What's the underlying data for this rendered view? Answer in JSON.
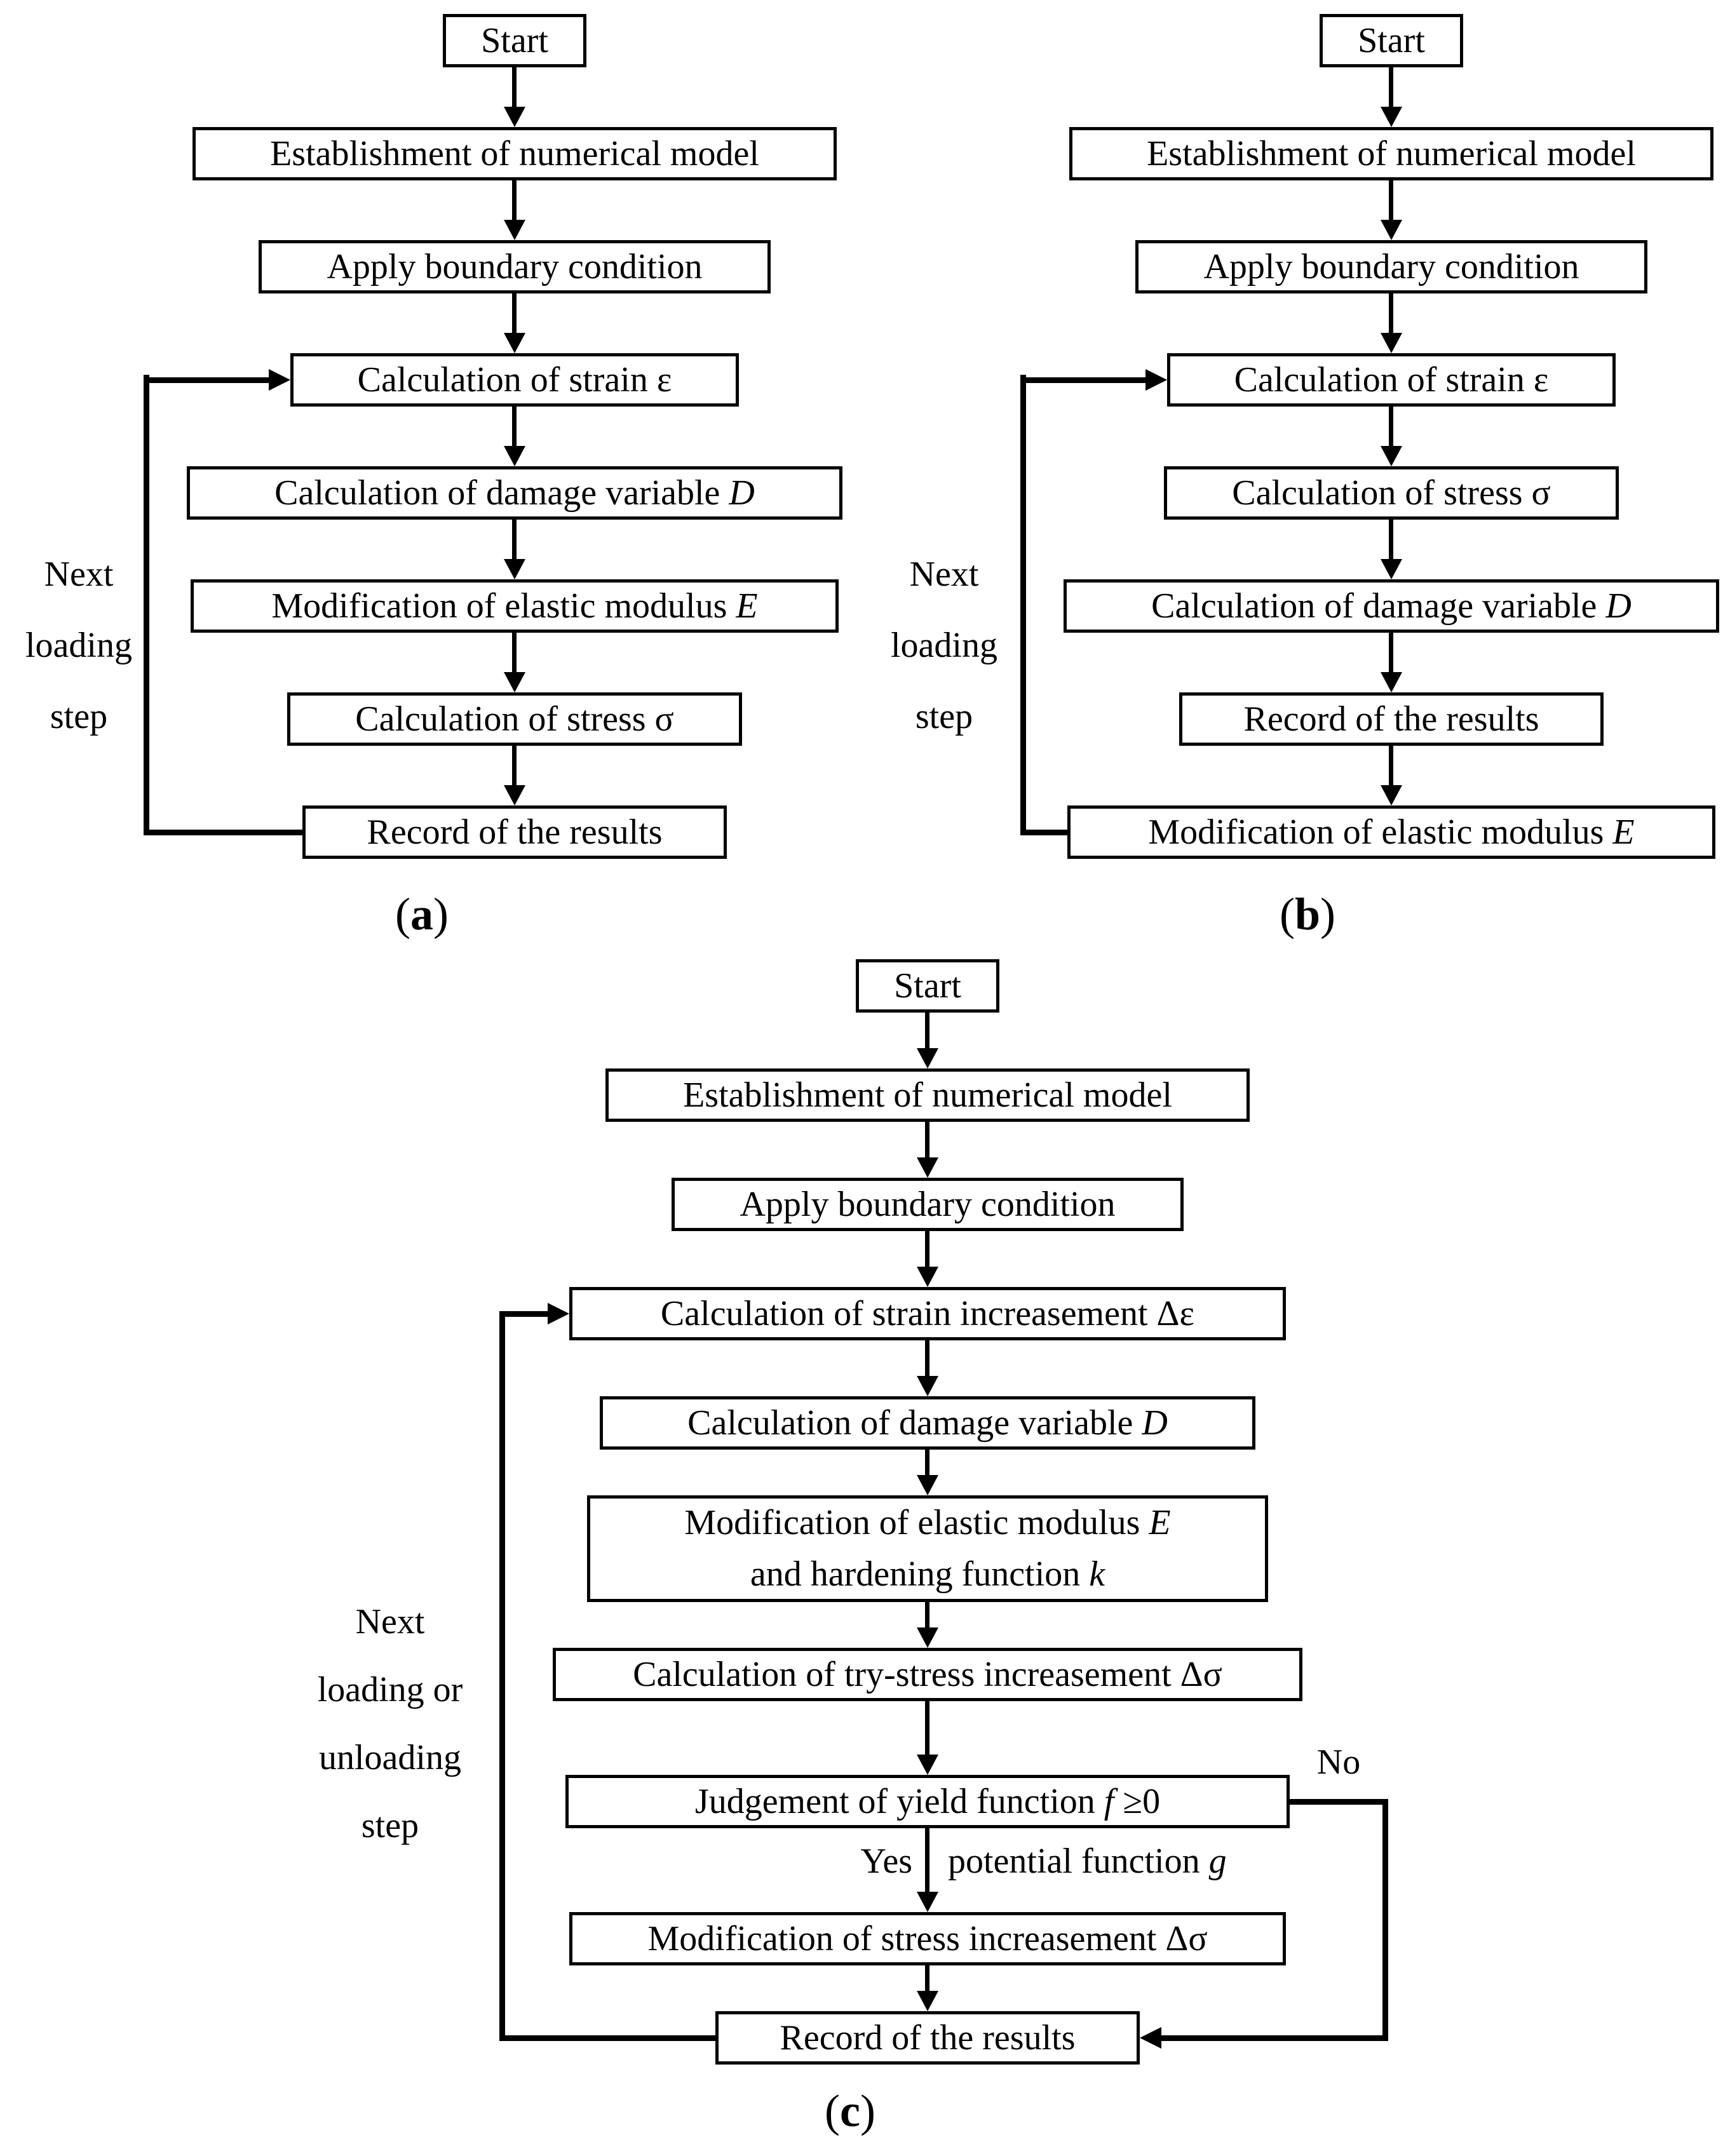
{
  "colors": {
    "ink": "#000000",
    "paper": "#ffffff"
  },
  "panel_a": {
    "caption": {
      "open": "(",
      "letter": "a",
      "close": ")"
    },
    "loop_label": [
      "Next",
      "loading",
      "step"
    ],
    "boxes": {
      "start": {
        "pre": "Start"
      },
      "establish": {
        "pre": "Establishment of numerical model"
      },
      "boundary": {
        "pre": "Apply boundary condition"
      },
      "strain": {
        "pre": "Calculation of strain ε"
      },
      "damage": {
        "pre": "Calculation of damage variable ",
        "var": "D"
      },
      "modulus": {
        "pre": "Modification of elastic modulus ",
        "var": "E"
      },
      "stress": {
        "pre": "Calculation of stress σ"
      },
      "record": {
        "pre": "Record of the results"
      }
    }
  },
  "panel_b": {
    "caption": {
      "open": "(",
      "letter": "b",
      "close": ")"
    },
    "loop_label": [
      "Next",
      "loading",
      "step"
    ],
    "boxes": {
      "start": {
        "pre": "Start"
      },
      "establish": {
        "pre": "Establishment of numerical model"
      },
      "boundary": {
        "pre": "Apply boundary condition"
      },
      "strain": {
        "pre": "Calculation of strain ε"
      },
      "stress": {
        "pre": "Calculation of stress σ"
      },
      "damage": {
        "pre": "Calculation of damage variable ",
        "var": "D"
      },
      "record": {
        "pre": "Record of the results"
      },
      "modulus": {
        "pre": "Modification of elastic modulus ",
        "var": "E"
      }
    }
  },
  "panel_c": {
    "caption": {
      "open": "(",
      "letter": "c",
      "close": ")"
    },
    "loop_label": [
      "Next",
      "loading or",
      "unloading",
      "step"
    ],
    "boxes": {
      "start": {
        "pre": "Start"
      },
      "establish": {
        "pre": "Establishment of numerical model"
      },
      "boundary": {
        "pre": "Apply boundary condition"
      },
      "strain_inc": {
        "pre": "Calculation of strain increasement Δε"
      },
      "damage": {
        "pre": "Calculation of damage variable ",
        "var": "D"
      },
      "modify": {
        "lines": [
          {
            "pre": "Modification of elastic modulus ",
            "var": "E"
          },
          {
            "pre": "and hardening function ",
            "var": "k"
          }
        ]
      },
      "try_stress": {
        "pre": "Calculation of try-stress increasement Δσ"
      },
      "judge": {
        "pre": "Judgement of yield function ",
        "var": "f",
        "post": " ≥0"
      },
      "mod_stress": {
        "pre": "Modification of stress increasement Δσ"
      },
      "record": {
        "pre": "Record of the results"
      }
    },
    "decision": {
      "yes": "Yes",
      "no": "No",
      "potential_pre": "potential function ",
      "potential_var": "g"
    }
  }
}
